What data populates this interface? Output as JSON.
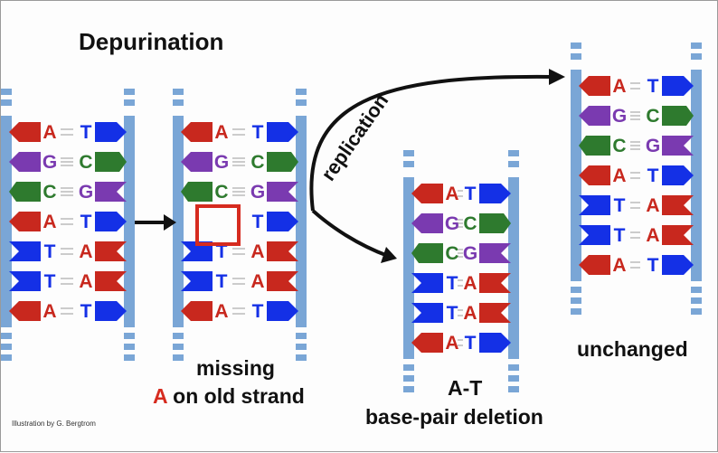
{
  "title": "Depurination",
  "labels": {
    "replication": "replication",
    "missing_line1": "missing",
    "missing_letter": "A",
    "missing_rest": " on old strand",
    "deletion_line1": "A-T",
    "deletion_line2": "base-pair deletion",
    "unchanged": "unchanged",
    "credit": "Illustration by G. Bergtrom"
  },
  "colors": {
    "A": "#c8281e",
    "T": "#1430e6",
    "G": "#7a3ab0",
    "C": "#2e7a2e",
    "backbone": "#7aa6d6",
    "missing_box": "#d62b1f"
  },
  "panels": [
    {
      "name": "original",
      "pairs": [
        [
          "A",
          "T"
        ],
        [
          "G",
          "C"
        ],
        [
          "C",
          "G"
        ],
        [
          "A",
          "T"
        ],
        [
          "T",
          "A"
        ],
        [
          "T",
          "A"
        ],
        [
          "A",
          "T"
        ]
      ]
    },
    {
      "name": "depurinated",
      "pairs": [
        [
          "A",
          "T"
        ],
        [
          "G",
          "C"
        ],
        [
          "C",
          "G"
        ],
        [
          "",
          "T"
        ],
        [
          "T",
          "A"
        ],
        [
          "T",
          "A"
        ],
        [
          "A",
          "T"
        ]
      ]
    },
    {
      "name": "deletion",
      "pairs": [
        [
          "A",
          "T"
        ],
        [
          "G",
          "C"
        ],
        [
          "C",
          "G"
        ],
        [
          "T",
          "A"
        ],
        [
          "T",
          "A"
        ],
        [
          "A",
          "T"
        ]
      ]
    },
    {
      "name": "unchanged",
      "pairs": [
        [
          "A",
          "T"
        ],
        [
          "G",
          "C"
        ],
        [
          "C",
          "G"
        ],
        [
          "A",
          "T"
        ],
        [
          "T",
          "A"
        ],
        [
          "T",
          "A"
        ],
        [
          "A",
          "T"
        ]
      ]
    }
  ]
}
